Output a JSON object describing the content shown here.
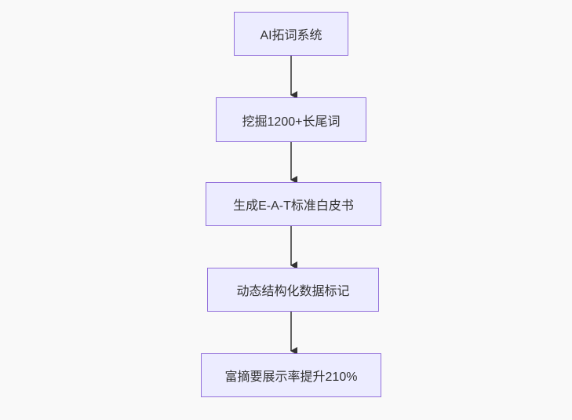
{
  "diagram": {
    "type": "flowchart",
    "direction": "top-down",
    "nodes": [
      {
        "id": "n1",
        "label": "AI拓词系统"
      },
      {
        "id": "n2",
        "label": "挖掘1200+长尾词"
      },
      {
        "id": "n3",
        "label": "生成E-A-T标准白皮书"
      },
      {
        "id": "n4",
        "label": "动态结构化数据标记"
      },
      {
        "id": "n5",
        "label": "富摘要展示率提升210%"
      }
    ],
    "edges": [
      {
        "from": "n1",
        "to": "n2"
      },
      {
        "from": "n2",
        "to": "n3"
      },
      {
        "from": "n3",
        "to": "n4"
      },
      {
        "from": "n4",
        "to": "n5"
      }
    ],
    "colors": {
      "node_fill": "#ECECFF",
      "node_border": "#9370DB",
      "node_text": "#333333",
      "arrow": "#333333",
      "background": "#f9f9f9"
    }
  }
}
